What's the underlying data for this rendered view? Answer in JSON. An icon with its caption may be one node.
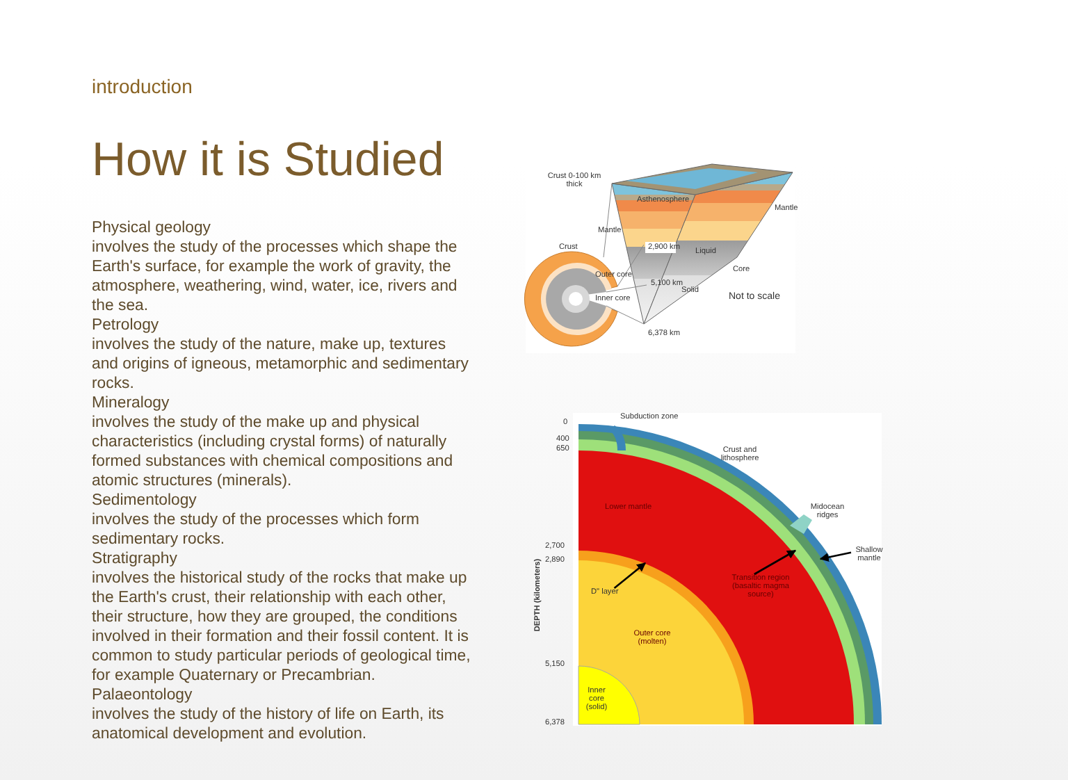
{
  "diagram": {
    "title": "How it is Studied",
    "nodes": [
      {
        "text": [
          "D\" layer"
        ]
      },
      {
        "text": [
          "Transition region (basaltic magma source)"
        ]
      },
      {
        "text": [
          "Shallow mantle"
        ]
      }
    ],
    "edges": [
      {
        "from": 0,
        "to": null,
        "arrow": "to"
      },
      {
        "from": 1,
        "to": null,
        "arrow": "to"
      },
      {
        "from": 2,
        "to": null,
        "arrow": "to"
      }
    ],
    "labels": [
      "introduction",
      "Physical geology",
      "involves the study of the processes which shape the Earth's surface, for example the work of gravity, the atmosphere, weathering, wind, water, ice, rivers and the sea.",
      "Petrology",
      "involves the study of the nature, make up, textures and origins of igneous, metamorphic and sedimentary rocks.",
      "Mineralogy",
      "involves the study of the make up and physical characteristics (including crystal forms) of naturally formed substances with chemical compositions and atomic structures (minerals).",
      "Sedimentology",
      "involves the study of the processes which form sedimentary rocks.",
      "Stratigraphy",
      "involves the historical study of the rocks that make up the Earth's crust, their relationship with each other, their structure, how they are grouped, the conditions involved in their formation and their fossil content. It is common to study particular periods of geological time, for example Quaternary or Precambrian.",
      "Palaeontology",
      "involves the study of the history of life on Earth, its anatomical development and evolution.",
      "Crust 0-100 km thick",
      "Asthenosphere",
      "Mantle",
      "Mantle",
      "Crust",
      "2,900 km",
      "Liquid",
      "Core",
      "Outer core",
      "5,100 km",
      "Solid",
      "Inner core",
      "Not to scale",
      "6,378 km",
      "0",
      "Subduction zone",
      "400",
      "650",
      "Crust and lithosphere",
      "Lower mantle",
      "Midocean ridges",
      "2,700",
      "2,890",
      "DEPTH (kilometers)",
      "5,150",
      "Outer core (molten)",
      "Inner core (solid)",
      "6,378"
    ]
  }
}
